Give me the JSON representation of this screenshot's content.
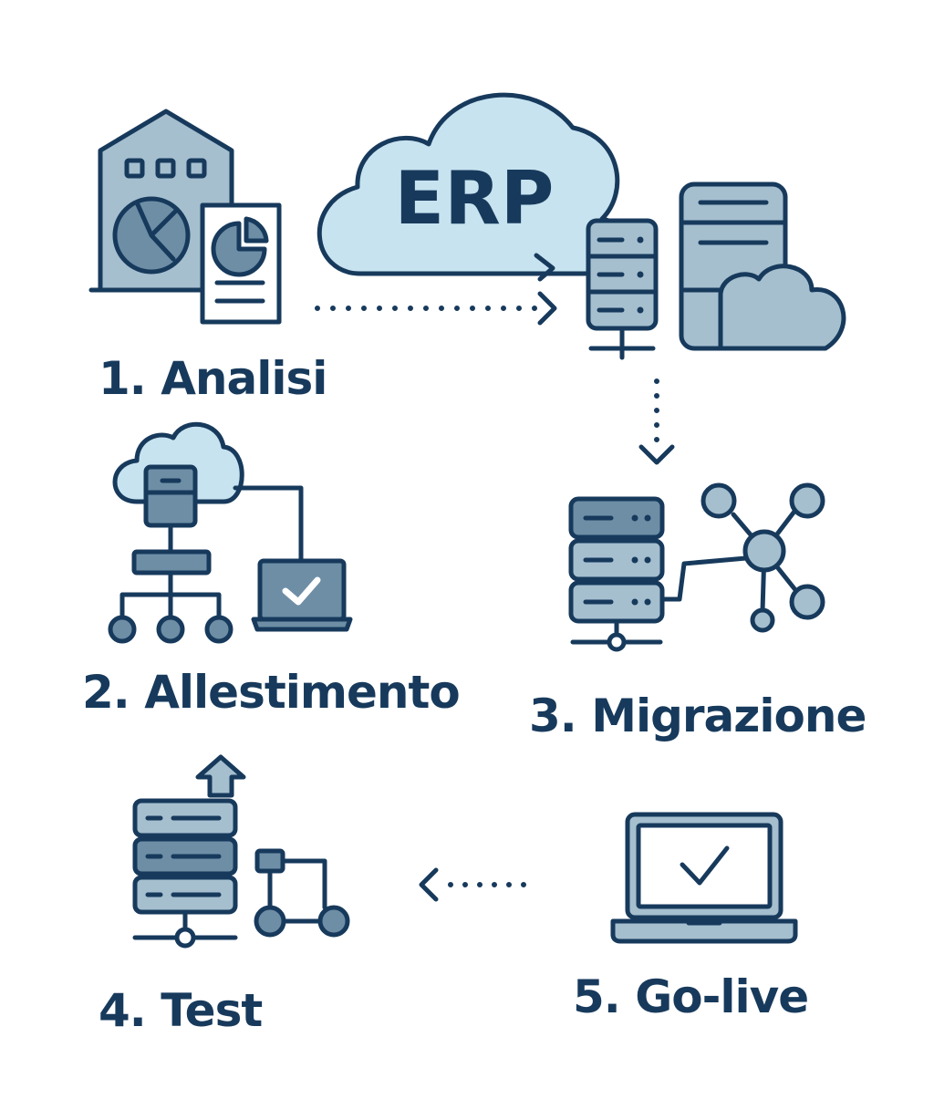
{
  "colors": {
    "ink": "#173a5c",
    "fill_dark": "#6e8ea6",
    "fill_mid": "#a5bfcf",
    "fill_light": "#c7e3f0",
    "background": "#ffffff"
  },
  "cloud": {
    "label": "ERP"
  },
  "steps": [
    {
      "id": "analisi",
      "label": "1. Analisi",
      "icon": "building-report-icon"
    },
    {
      "id": "allestimento",
      "label": "2. Allestimento",
      "icon": "cloud-network-laptop-icon"
    },
    {
      "id": "migrazione",
      "label": "3. Migrazione",
      "icon": "server-network-icon"
    },
    {
      "id": "test",
      "label": "4. Test",
      "icon": "server-upload-icon"
    },
    {
      "id": "golive",
      "label": "5. Go-live",
      "icon": "laptop-check-icon"
    }
  ]
}
